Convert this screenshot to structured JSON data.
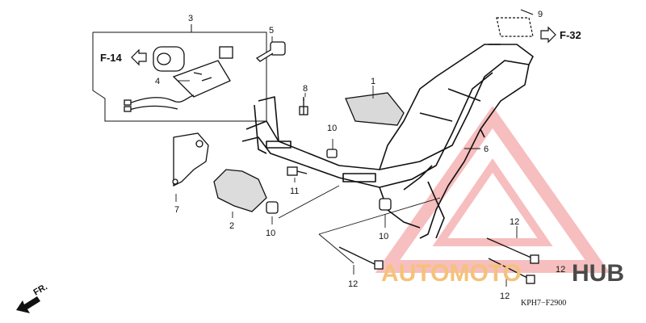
{
  "callouts": [
    "1",
    "2",
    "3",
    "4",
    "5",
    "6",
    "7",
    "8",
    "9",
    "10",
    "10",
    "10",
    "11",
    "12",
    "12",
    "12",
    "12"
  ],
  "refs": {
    "left": "F-14",
    "right": "F-32"
  },
  "direction": "FR.",
  "part_code": "KPH7−F2900",
  "watermark": {
    "part_a": "AUTOMOTO",
    "part_b": "HUB"
  },
  "colors": {
    "line": "#111111",
    "watermark_logo": "#f08a8a",
    "watermark_text_a": "#f4c27a",
    "watermark_text_b": "#4a4a4a"
  }
}
